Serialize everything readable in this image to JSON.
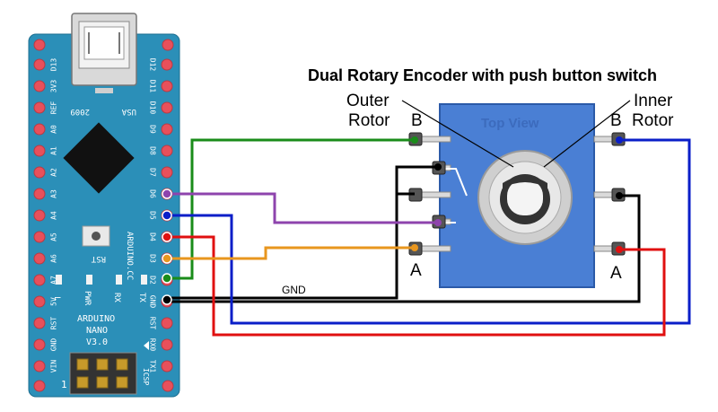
{
  "title": "Dual Rotary Encoder with push button switch",
  "board": {
    "name_lines": [
      "ARDUINO",
      "NANO",
      "V3.0"
    ],
    "left_pins": [
      "D13",
      "3V3",
      "REF",
      "A0",
      "A1",
      "A2",
      "A3",
      "A4",
      "A5",
      "A6",
      "A7",
      "5V",
      "RST",
      "GND",
      "VIN"
    ],
    "right_pins": [
      "D12",
      "D11",
      "D10",
      "D9",
      "D8",
      "D7",
      "D6",
      "D5",
      "D4",
      "D3",
      "D2",
      "GND",
      "RST",
      "RX0",
      "TX1"
    ],
    "usb_label": "USA",
    "model_label": "2009",
    "rst_label": "RST",
    "brand_label": "ARDUINO.CC",
    "led_labels": [
      "L",
      "PWR",
      "RX",
      "TX"
    ],
    "icsp_label": "ICSP",
    "icsp_pin_mark": "1"
  },
  "encoder": {
    "top_view_label": "Top View",
    "outer_rotor_label": [
      "Outer",
      "Rotor"
    ],
    "inner_rotor_label": [
      "Inner",
      "Rotor"
    ],
    "outer_b_label": "B",
    "outer_a_label": "A",
    "inner_b_label": "B",
    "inner_a_label": "A"
  },
  "gnd_label": "GND",
  "wire_colors": {
    "green": "#1a8c1a",
    "purple": "#8e44ad",
    "blue": "#0a1ec8",
    "red": "#e01010",
    "orange": "#e8961e",
    "black": "#000000"
  },
  "board_color": "#2b8fb8",
  "encoder_color": "#4a7fd4"
}
